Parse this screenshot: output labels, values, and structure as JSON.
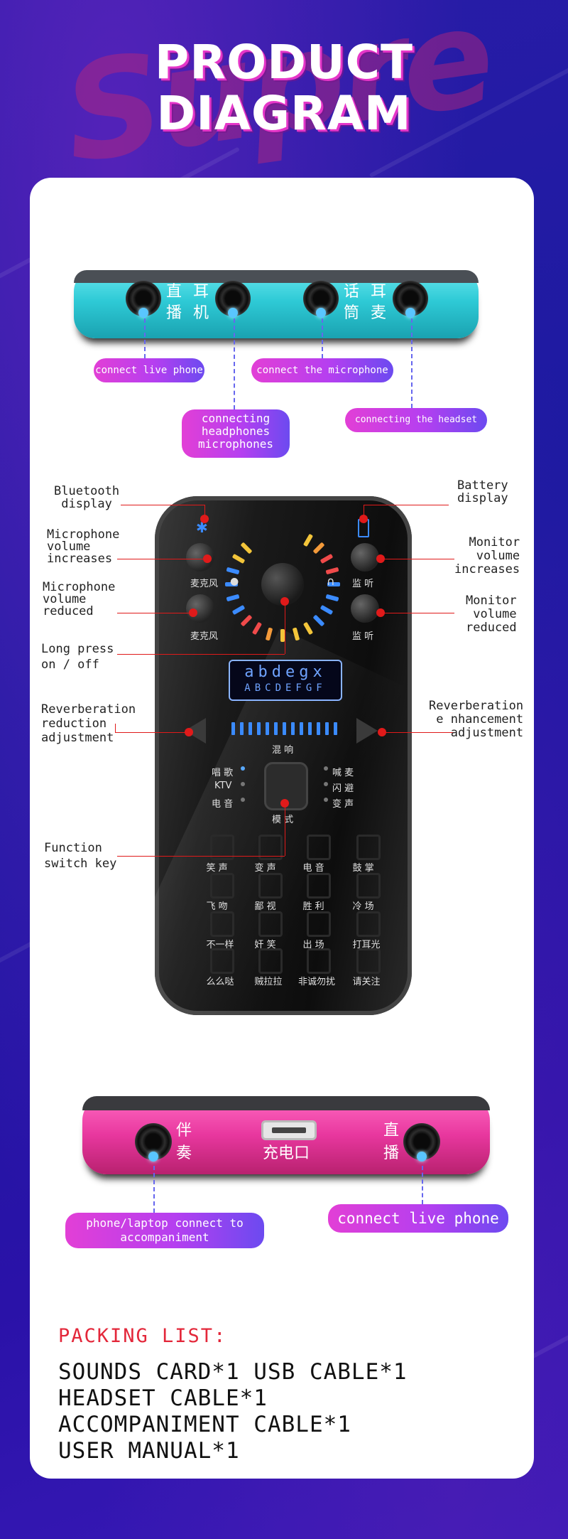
{
  "header": {
    "background_word": "Supre",
    "title_line1": "PRODUCT",
    "title_line2": "DIAGRAM"
  },
  "top_device": {
    "panel_labels": [
      "直",
      "播",
      "耳",
      "机",
      "话",
      "筒",
      "耳",
      "麦"
    ],
    "callouts": {
      "live_phone": "connect live phone",
      "microphone": "connect the microphone",
      "headphones": "connecting\nheadphones\nmicrophones",
      "headset": "connecting the headset"
    }
  },
  "main_device": {
    "annotations": {
      "bluetooth": "Bluetooth\ndisplay",
      "battery": "Battery\ndisplay",
      "mic_up": "Microphone\nvolume\nincreases",
      "mic_down": "Microphone\nvolume\nreduced",
      "monitor_up": "Monitor\nvolume\nincreases",
      "monitor_down": "Monitor\nvolume\nreduced",
      "power": "Long press\non / off",
      "reverb_down": "Reverberation\nreduction\nadjustment",
      "reverb_up": "Reverberation\ne nhancement\nadjustment",
      "function": "Function\nswitch key"
    },
    "knob_labels": {
      "mic": "麦克风",
      "monitor": "监 听",
      "mix": "混 响",
      "mode": "模 式"
    },
    "lcd": {
      "row1": "abdegx",
      "row2": "ABCDEFGF"
    },
    "modes_left": [
      "唱 歌",
      "KTV",
      "电 音"
    ],
    "modes_right": [
      "喊 麦",
      "闪 避",
      "变 声"
    ],
    "effect_buttons": [
      "笑 声",
      "变 声",
      "电 音",
      "鼓 掌",
      "飞 吻",
      "鄙 视",
      "胜 利",
      "冷 场",
      "不一样",
      "奸 笑",
      "出 场",
      "打耳光",
      "么么哒",
      "贼拉拉",
      "非诚勿扰",
      "请关注"
    ]
  },
  "bottom_device": {
    "panel_labels": [
      "伴",
      "奏",
      "充电口",
      "直",
      "播"
    ],
    "callouts": {
      "accompaniment": "phone/laptop connect to\naccompaniment",
      "live_phone": "connect live phone"
    }
  },
  "packing_list": {
    "title": "PACKING LIST:",
    "lines": [
      "SOUNDS CARD*1 USB CABLE*1",
      "HEADSET CABLE*1",
      "ACCOMPANIMENT CABLE*1",
      "USER MANUAL*1"
    ]
  },
  "colors": {
    "accent_pink": "#e23fd6",
    "accent_violet": "#6c4af0",
    "pack_title": "#e3273a",
    "cyan": "#2ecad6",
    "magenta": "#e8379e"
  }
}
